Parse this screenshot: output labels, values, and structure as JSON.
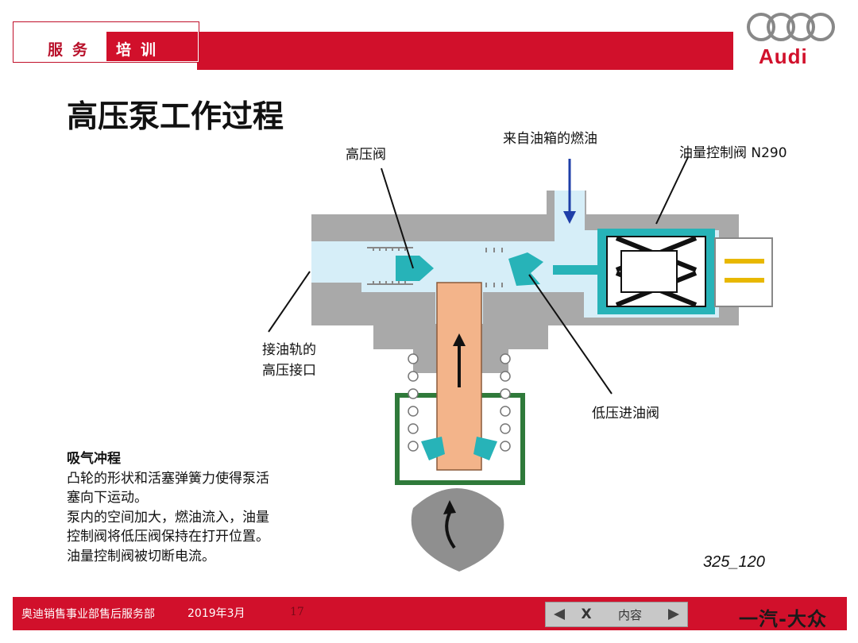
{
  "header": {
    "word_left": "服务",
    "word_right": "培训",
    "logo_text": "Audi"
  },
  "title": "高压泵工作过程",
  "diagram": {
    "labels": {
      "high_pressure_valve": "高压阀",
      "fuel_from_tank": "来自油箱的燃油",
      "fuel_control_valve": "油量控制阀 N290",
      "rail_connection_line1": "接油轨的",
      "rail_connection_line2": "高压接口",
      "low_pressure_inlet_valve": "低压进油阀",
      "figure_number": "325_120"
    },
    "icons": [
      "spring-icon",
      "plunger-arrow-up-icon",
      "cam-rotation-arrow-icon",
      "fuel-flow-arrow-icon",
      "solenoid-coil-icon"
    ],
    "colors": {
      "housing": "#a9a9a9",
      "fuel": "#d6eef8",
      "valve": "#27b3b8",
      "plunger": "#f3b48a",
      "connector": "#e8b800",
      "arrow": "#1f3fa8"
    }
  },
  "description": {
    "heading": "吸气冲程",
    "lines": [
      "凸轮的形状和活塞弹簧力使得泵活",
      "塞向下运动。",
      "泵内的空间加大，燃油流入，油量",
      "控制阀将低压阀保持在打开位置。",
      "油量控制阀被切断电流。"
    ]
  },
  "footer": {
    "department": "奥迪销售事业部售后服务部",
    "date": "2019年3月",
    "page": "17",
    "nav": {
      "prev_icon": "triangle-left-icon",
      "close_label": "X",
      "content_label": "内容",
      "next_icon": "triangle-right-icon"
    },
    "brand": "一汽-大众"
  },
  "colors": {
    "brand_red": "#d1102b"
  }
}
